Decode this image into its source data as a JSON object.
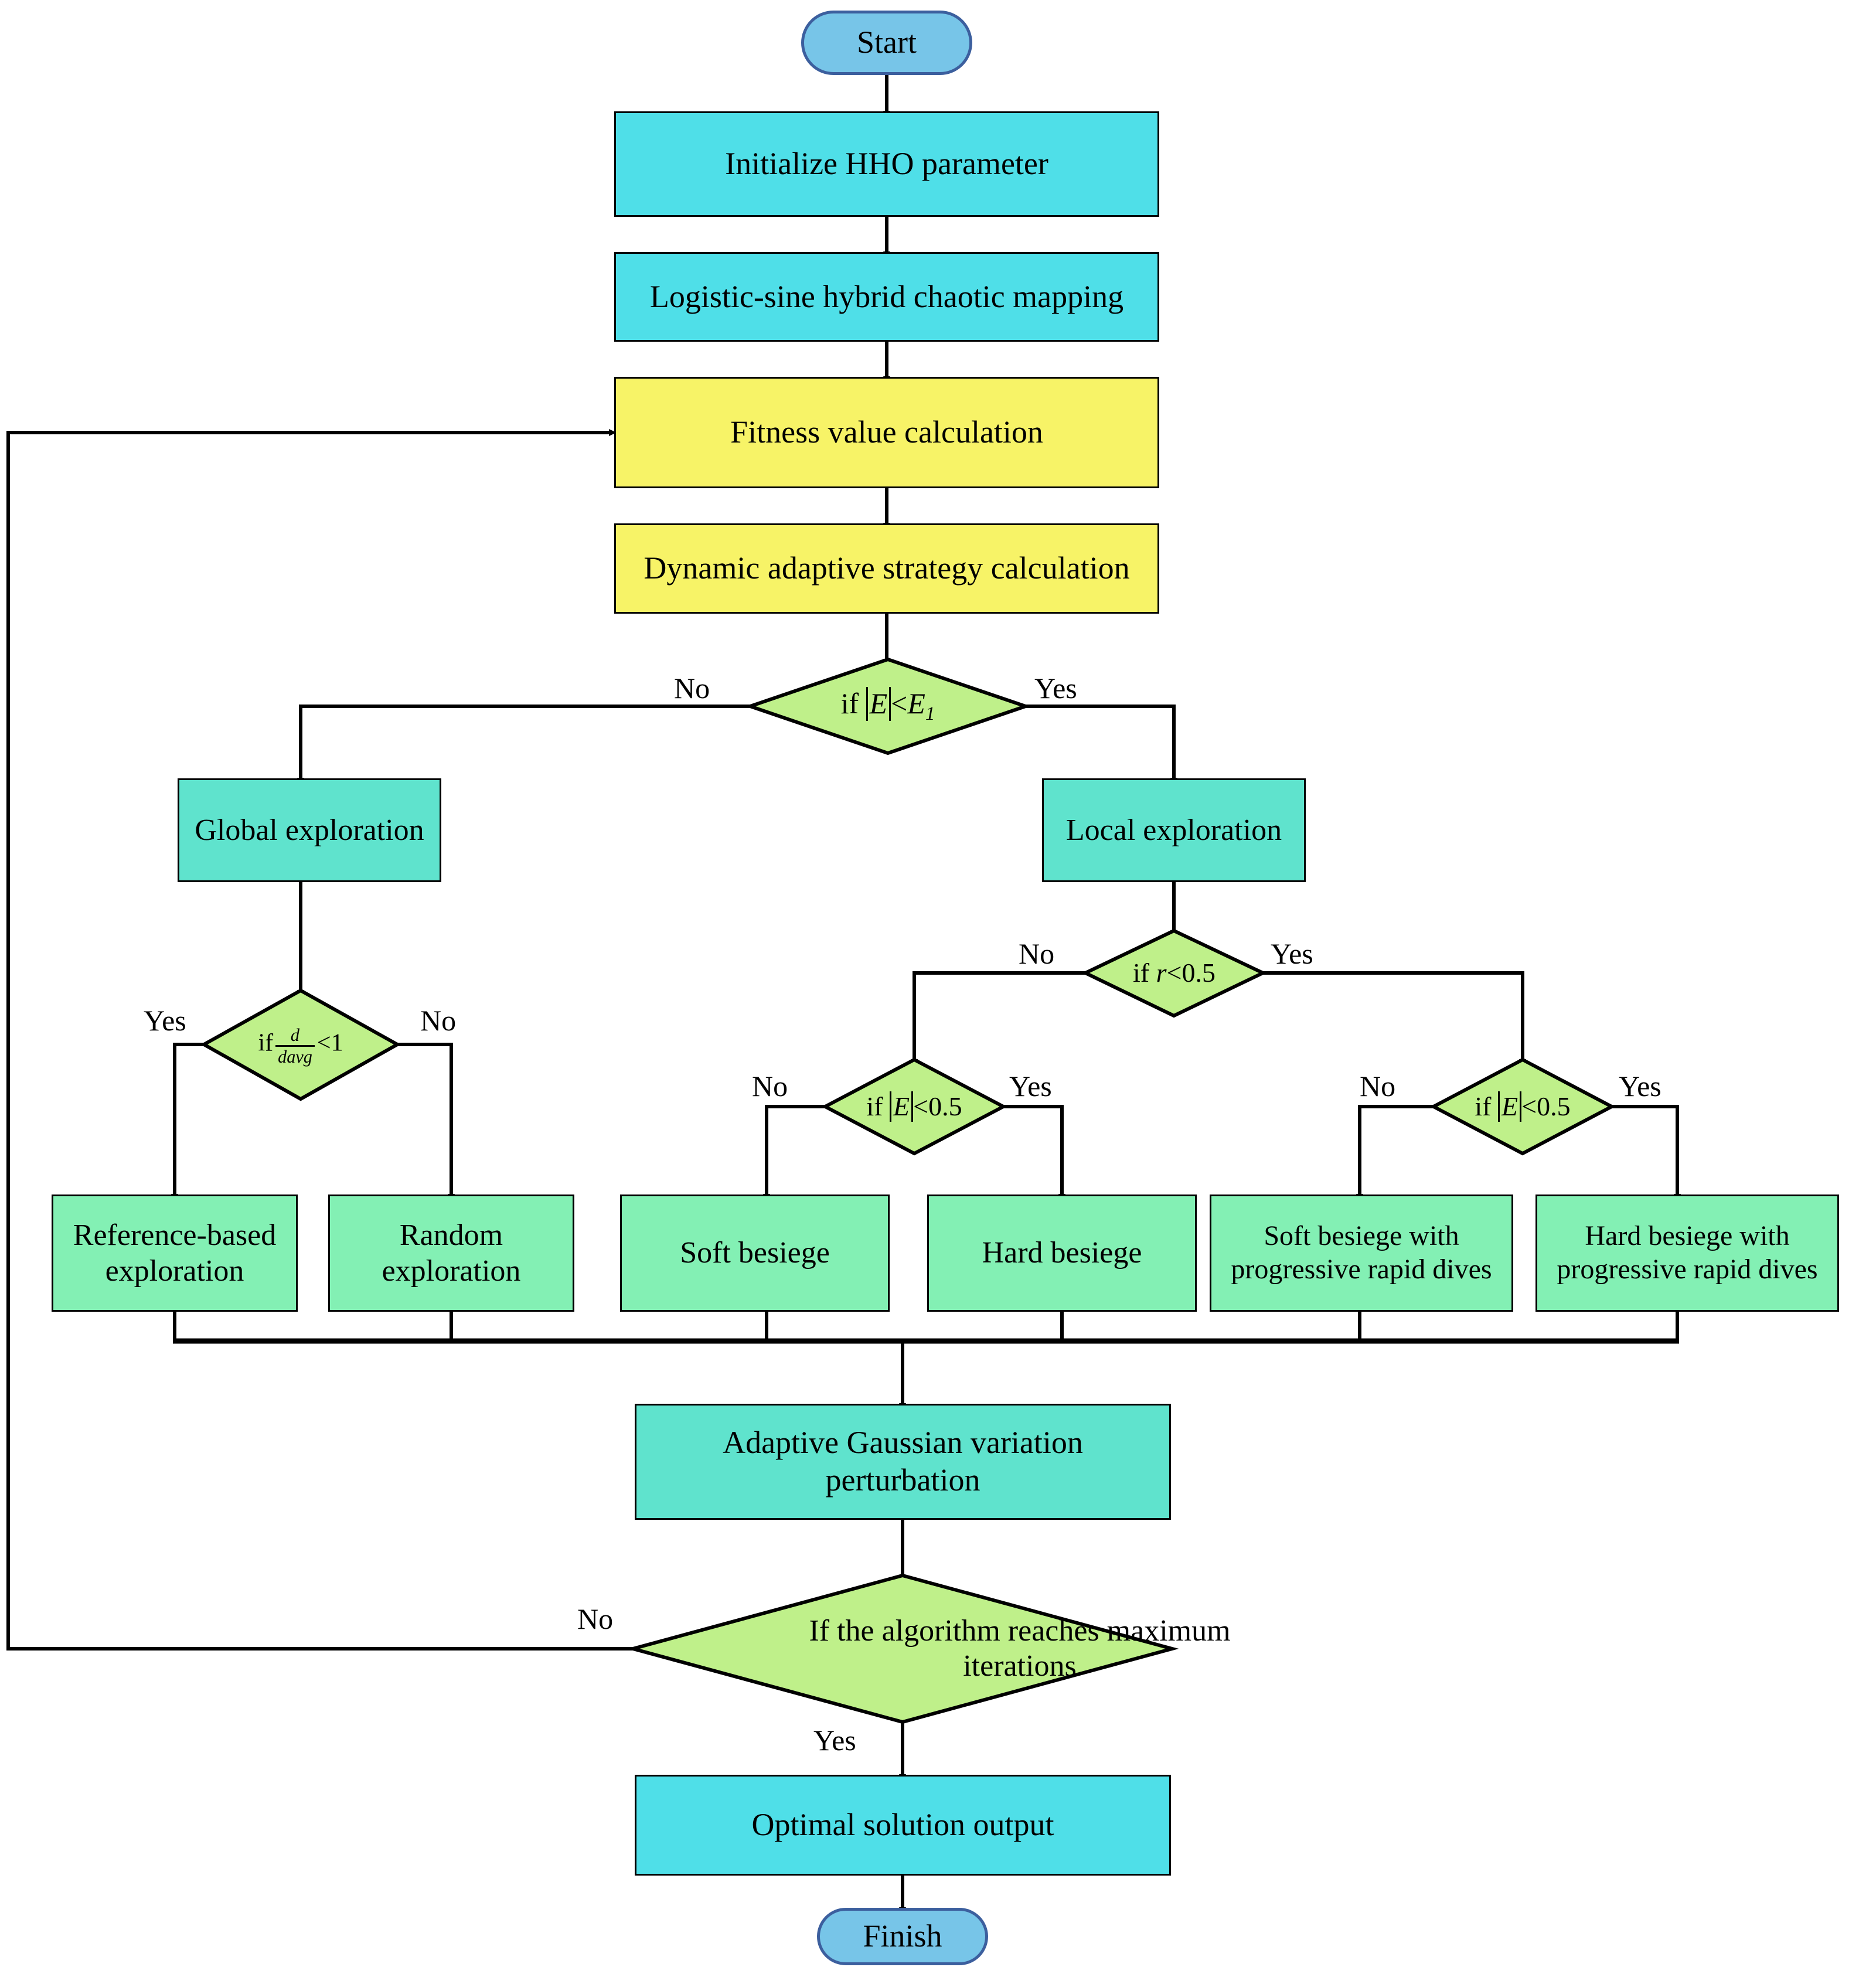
{
  "diagram": {
    "title": "Improved HHO algorithm flowchart",
    "colors": {
      "terminal_fill": "#77c5e8",
      "terminal_stroke": "#3c5f9e",
      "process_cyan": "#4fdfe8",
      "process_teal": "#5fe3cd",
      "process_yellow": "#f7f367",
      "process_mint": "#83f0b4",
      "decision_fill": "#bff08a",
      "line": "#000000",
      "background": "#ffffff"
    },
    "nodes": {
      "start": {
        "label": "Start",
        "shape": "terminator"
      },
      "init": {
        "label": "Initialize HHO parameter",
        "shape": "process"
      },
      "chaotic": {
        "label": "Logistic-sine hybrid chaotic mapping",
        "shape": "process"
      },
      "fitness": {
        "label": "Fitness value calculation",
        "shape": "process"
      },
      "dynamic": {
        "label": "Dynamic adaptive strategy calculation",
        "shape": "process"
      },
      "d_energy": {
        "shape": "decision",
        "prefix": "if",
        "expr_abs": "E",
        "op": "<",
        "rhs": "E",
        "rhs_sub": "1"
      },
      "global_exp": {
        "label": "Global exploration",
        "shape": "process"
      },
      "local_exp": {
        "label": "Local exploration",
        "shape": "process"
      },
      "d_diversity": {
        "shape": "decision",
        "prefix": "if",
        "num": "d",
        "den": "davg",
        "op": "<",
        "rhs": "1"
      },
      "d_rand": {
        "shape": "decision",
        "prefix": "if",
        "var": "r",
        "op": "<",
        "rhs": "0.5"
      },
      "d_energy_left": {
        "shape": "decision",
        "prefix": "if",
        "expr_abs": "E",
        "op": "<",
        "rhs": "0.5"
      },
      "d_energy_right": {
        "shape": "decision",
        "prefix": "if",
        "expr_abs": "E",
        "op": "<",
        "rhs": "0.5"
      },
      "ref_based": {
        "label": "Reference-based exploration",
        "shape": "process"
      },
      "random_exp": {
        "label": "Random exploration",
        "shape": "process"
      },
      "soft_besiege": {
        "label": "Soft besiege",
        "shape": "process"
      },
      "hard_besiege": {
        "label": "Hard besiege",
        "shape": "process"
      },
      "soft_dives": {
        "label": "Soft besiege with progressive rapid dives",
        "shape": "process"
      },
      "hard_dives": {
        "label": "Hard besiege with progressive rapid dives",
        "shape": "process"
      },
      "gaussian": {
        "label": "Adaptive Gaussian variation perturbation",
        "shape": "process"
      },
      "d_maxiter": {
        "label": "If the algorithm reaches maximum iterations",
        "shape": "decision"
      },
      "optimal": {
        "label": "Optimal solution output",
        "shape": "process"
      },
      "finish": {
        "label": "Finish",
        "shape": "terminator"
      }
    },
    "edge_labels": {
      "energy_no": "No",
      "energy_yes": "Yes",
      "diversity_yes": "Yes",
      "diversity_no": "No",
      "rand_no": "No",
      "rand_yes": "Yes",
      "energy_left_no": "No",
      "energy_left_yes": "Yes",
      "energy_right_no": "No",
      "energy_right_yes": "Yes",
      "maxiter_no": "No",
      "maxiter_yes": "Yes"
    }
  }
}
